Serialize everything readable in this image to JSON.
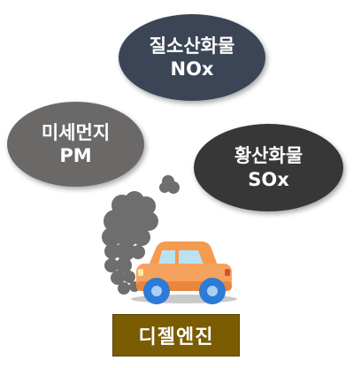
{
  "diagram": {
    "pollutants": [
      {
        "name_ko": "질소산화물",
        "name_en": "NOx",
        "color": "#3b4556"
      },
      {
        "name_ko": "미세먼지",
        "name_en": "PM",
        "color": "#6b6868"
      },
      {
        "name_ko": "황산화물",
        "name_en": "SOx",
        "color": "#373737"
      }
    ],
    "engine_label": "디젤엔진",
    "engine_label_color": "#7a5c03",
    "car_color": "#f5a25d",
    "wheel_color": "#2d7bd6",
    "icons": [
      "smoke-icon",
      "car-icon"
    ]
  }
}
